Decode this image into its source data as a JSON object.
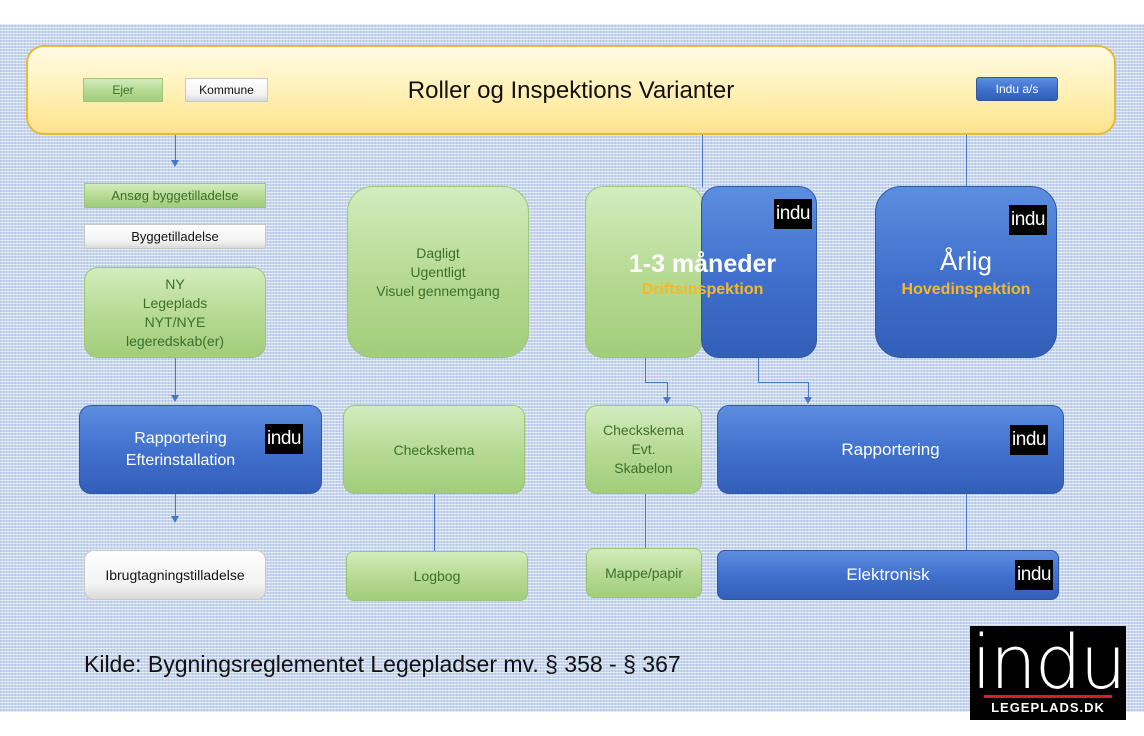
{
  "header": {
    "title": "Roller og Inspektions Varianter",
    "legend": {
      "owner": "Ejer",
      "municipality": "Kommune",
      "company": "Indu a/s"
    }
  },
  "owner_column": {
    "apply_permit": "Ansøg byggetilladelse",
    "building_permit": "Byggetilladelse",
    "new_playground": [
      "NY",
      "Legeplads",
      "NYT/NYE",
      "legeredskab(er)"
    ],
    "reporting": [
      "Rapportering",
      "Efterinstallation"
    ],
    "usage_permit": "Ibrugtagningstilladelse"
  },
  "daily_column": {
    "frequency": [
      "Dagligt",
      "Ugentligt",
      "Visuel gennemgang"
    ],
    "checklist": "Checkskema",
    "logbook": "Logbog"
  },
  "operational_column": {
    "interval": "1-3 måneder",
    "type": "Driftsinspektion",
    "checklist": [
      "Checkskema",
      "Evt.",
      "Skabelon"
    ],
    "folder": "Mappe/papir"
  },
  "annual_column": {
    "interval": "Årlig",
    "type": "Hovedinspektion",
    "reporting": "Rapportering",
    "electronic": "Elektronisk"
  },
  "logo_text": "indu",
  "source": "Kilde: Bygningsreglementet Legepladser mv. § 358 - § 367",
  "brand": {
    "word": "indu",
    "domain": "LEGEPLADS.DK"
  },
  "colors": {
    "green": "#b2d88e",
    "blue": "#3f6fcc",
    "yellow": "#fff0b3",
    "orange": "#f6b829"
  }
}
